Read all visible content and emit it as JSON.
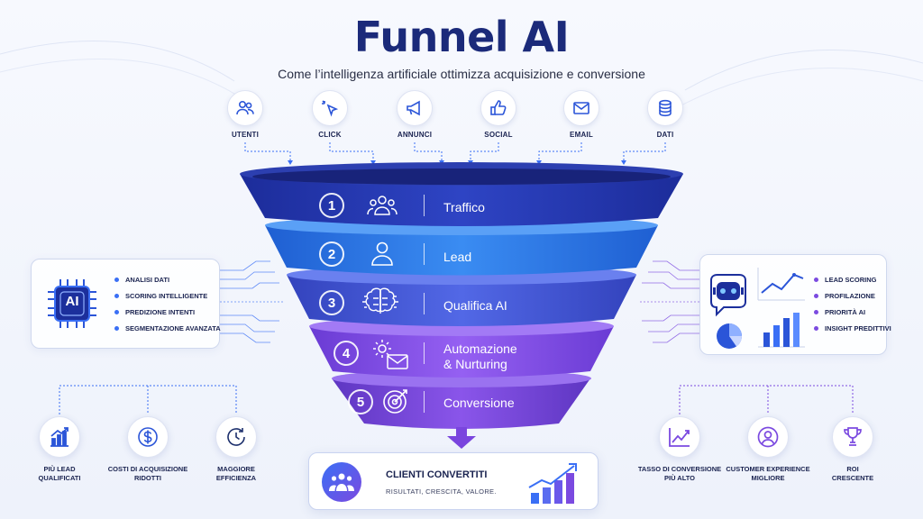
{
  "title": "Funnel AI",
  "subtitle": "Come l’intelligenza artificiale ottimizza acquisizione e conversione",
  "sources": [
    {
      "label": "UTENTI",
      "icon": "users-icon"
    },
    {
      "label": "CLICK",
      "icon": "cursor-click-icon"
    },
    {
      "label": "ANNUNCI",
      "icon": "megaphone-icon"
    },
    {
      "label": "SOCIAL",
      "icon": "thumbs-up-icon"
    },
    {
      "label": "EMAIL",
      "icon": "envelope-icon"
    },
    {
      "label": "DATI",
      "icon": "database-icon"
    }
  ],
  "funnel": [
    {
      "number": "1",
      "label": "Traffico",
      "icon": "people-group-icon",
      "color_top": "#2a3fb8",
      "color_bottom": "#1f2f9e"
    },
    {
      "number": "2",
      "label": "Lead",
      "icon": "person-icon",
      "color_top": "#2f7bea",
      "color_bottom": "#2563d6"
    },
    {
      "number": "3",
      "label": "Qualifica AI",
      "icon": "brain-circuit-icon",
      "color_top": "#4a5fe0",
      "color_bottom": "#3d4ccb"
    },
    {
      "number": "4",
      "label": "Automazione",
      "label_line2": "& Nurturing",
      "icon": "gear-mail-icon",
      "color_top": "#8a55ee",
      "color_bottom": "#7443dc"
    },
    {
      "number": "5",
      "label": "Conversione",
      "icon": "target-icon",
      "color_top": "#8451e6",
      "color_bottom": "#6d3fd0"
    }
  ],
  "left_panel": {
    "icon": "ai-chip-icon",
    "chip_text": "AI",
    "items": [
      "ANALISI DATI",
      "SCORING INTELLIGENTE",
      "PREDIZIONE INTENTI",
      "SEGMENTAZIONE AVANZATA"
    ]
  },
  "right_panel": {
    "icons": [
      "robot-chat-icon",
      "line-chart-icon",
      "pie-chart-icon",
      "bar-chart-icon"
    ],
    "items": [
      "LEAD SCORING",
      "PROFILAZIONE",
      "PRIORITÀ AI",
      "INSIGHT PREDITTIVI"
    ]
  },
  "benefits_left": [
    {
      "label_lines": [
        "PIÙ LEAD",
        "QUALIFICATI"
      ],
      "icon": "growth-chart-icon"
    },
    {
      "label_lines": [
        "COSTI DI ACQUISIZIONE",
        "RIDOTTI"
      ],
      "icon": "dollar-icon"
    },
    {
      "label_lines": [
        "MAGGIORE",
        "EFFICIENZA"
      ],
      "icon": "clock-refresh-icon"
    }
  ],
  "benefits_right": [
    {
      "label_lines": [
        "TASSO DI CONVERSIONE",
        "PIÙ ALTO"
      ],
      "icon": "trend-up-icon"
    },
    {
      "label_lines": [
        "CUSTOMER EXPERIENCE",
        "MIGLIORE"
      ],
      "icon": "user-circle-icon"
    },
    {
      "label_lines": [
        "ROI",
        "CRESCENTE"
      ],
      "icon": "trophy-icon"
    }
  ],
  "result": {
    "title": "CLIENTI CONVERTITI",
    "subtitle": "RISULTATI, CRESCITA, VALORE.",
    "icon": "customers-group-icon",
    "chart_icon": "rising-bars-icon"
  },
  "colors": {
    "navy": "#1b2a7a",
    "blue": "#2f7bea",
    "purple": "#7b4ae0",
    "accent": "#3a6ff5"
  }
}
